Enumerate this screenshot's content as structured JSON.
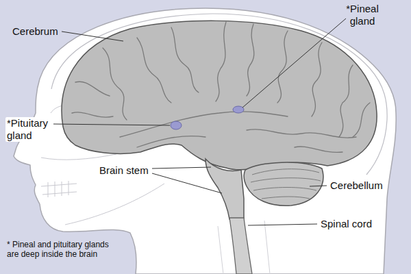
{
  "diagram": {
    "labels": [
      "Cerebrum",
      "*Pineal gland",
      "*Pituitary gland",
      "Brain stem",
      "Cerebellum",
      "Spinal cord",
      "* Pineal and pituitary glands are deep inside the brain"
    ]
  }
}
